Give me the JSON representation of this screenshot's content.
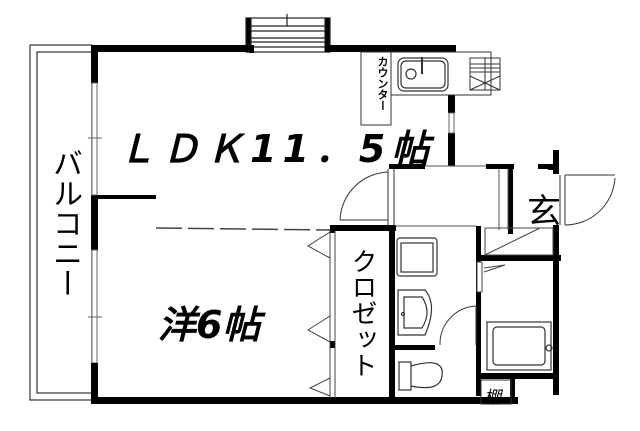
{
  "floor_plan": {
    "rooms": [
      {
        "id": "ldk",
        "label": "ＬＤＫ11．5帖",
        "type": "living-dining-kitchen",
        "size_jo": 11.5
      },
      {
        "id": "western",
        "label": "洋6帖",
        "type": "western-bedroom",
        "size_jo": 6
      },
      {
        "id": "balcony",
        "label": "バルコニー",
        "type": "balcony"
      },
      {
        "id": "closet",
        "label": "クロゼット",
        "type": "closet"
      },
      {
        "id": "entrance",
        "label": "玄",
        "type": "entrance"
      },
      {
        "id": "shelf",
        "label": "棚",
        "type": "shelf"
      },
      {
        "id": "counter",
        "label": "カウンター",
        "type": "counter"
      }
    ],
    "fixtures": [
      "kitchen-sink",
      "stove",
      "washing-machine",
      "washbasin",
      "bathtub",
      "toilet",
      "entry-door",
      "interior-door",
      "air-conditioner-outdoor-unit"
    ],
    "colors": {
      "wall": "#000000",
      "background": "#ffffff",
      "line": "#555555"
    }
  }
}
